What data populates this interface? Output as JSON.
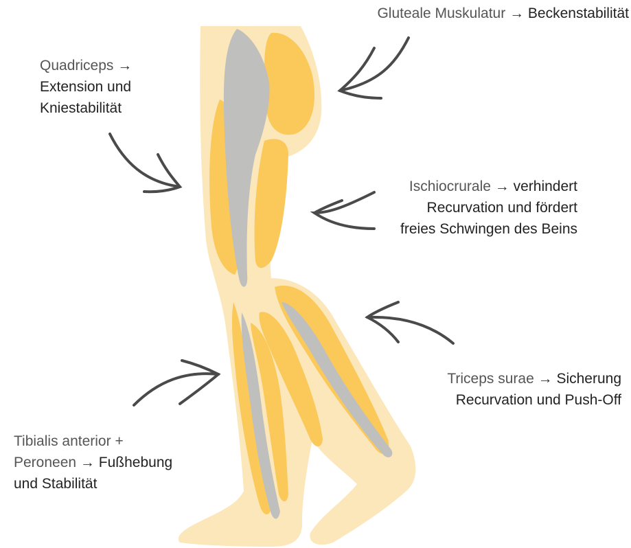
{
  "labels": {
    "gluteal": {
      "muscle": "Gluteale Muskulatur",
      "arrow": "→",
      "function": "Beckenstabilität"
    },
    "quadriceps": {
      "muscle": "Quadriceps",
      "arrow": "→",
      "function_line1": "Extension und",
      "function_line2": "Kniestabilität"
    },
    "ischiocrurale": {
      "muscle": "Ischiocrurale",
      "arrow": "→",
      "function_line1": "verhindert",
      "function_line2": "Recurvation und fördert",
      "function_line3": "freies Schwingen des Beins"
    },
    "triceps_surae": {
      "muscle": "Triceps surae",
      "arrow": "→",
      "function_line1": "Sicherung",
      "function_line2": "Recurvation und Push-Off"
    },
    "tibialis": {
      "muscle_line1": "Tibialis anterior +",
      "muscle_line2": "Peroneen",
      "arrow": "→",
      "function_line1": "Fußhebung",
      "function_line2": "und Stabilität"
    }
  },
  "colors": {
    "skin": "#fbe7b9",
    "muscle": "#fbc85a",
    "tendon": "#bfbfbd",
    "arrow": "#4a4a4a"
  }
}
